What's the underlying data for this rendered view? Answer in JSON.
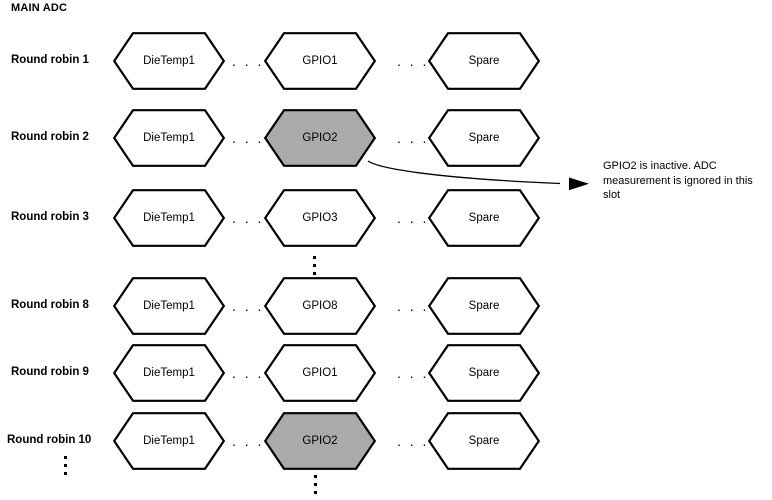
{
  "diagram": {
    "title": "MAIN ADC",
    "columns": [
      {
        "key": "col1",
        "name": "die-temp-column"
      },
      {
        "key": "sep1",
        "name": "ellipsis-separator-1"
      },
      {
        "key": "col2",
        "name": "gpio-column"
      },
      {
        "key": "sep2",
        "name": "ellipsis-separator-2"
      },
      {
        "key": "col3",
        "name": "spare-column"
      }
    ],
    "ellipsis_horizontal": ". . .",
    "rows": [
      {
        "label": "Round robin 1",
        "cells": [
          {
            "text": "DieTemp1",
            "state": "active"
          },
          {
            "text": "GPIO1",
            "state": "active"
          },
          {
            "text": "Spare",
            "state": "active"
          }
        ]
      },
      {
        "label": "Round robin 2",
        "cells": [
          {
            "text": "DieTemp1",
            "state": "active"
          },
          {
            "text": "GPIO2",
            "state": "inactive"
          },
          {
            "text": "Spare",
            "state": "active"
          }
        ]
      },
      {
        "label": "Round robin 3",
        "cells": [
          {
            "text": "DieTemp1",
            "state": "active"
          },
          {
            "text": "GPIO3",
            "state": "active"
          },
          {
            "text": "Spare",
            "state": "active"
          }
        ]
      },
      {
        "label": "Round robin 8",
        "cells": [
          {
            "text": "DieTemp1",
            "state": "active"
          },
          {
            "text": "GPIO8",
            "state": "active"
          },
          {
            "text": "Spare",
            "state": "active"
          }
        ]
      },
      {
        "label": "Round robin 9",
        "cells": [
          {
            "text": "DieTemp1",
            "state": "active"
          },
          {
            "text": "GPIO1",
            "state": "active"
          },
          {
            "text": "Spare",
            "state": "active"
          }
        ]
      },
      {
        "label": "Round robin 10",
        "cells": [
          {
            "text": "DieTemp1",
            "state": "active"
          },
          {
            "text": "GPIO2",
            "state": "inactive"
          },
          {
            "text": "Spare",
            "state": "active"
          }
        ]
      }
    ],
    "annotation": {
      "line1": "GPIO2 is inactive.  ADC",
      "line2": "measurement is ignored in this",
      "line3": "slot"
    },
    "colors": {
      "stroke": "#000000",
      "active_fill": "#ffffff",
      "inactive_fill": "#aaaaaa",
      "text": "#000000"
    }
  }
}
